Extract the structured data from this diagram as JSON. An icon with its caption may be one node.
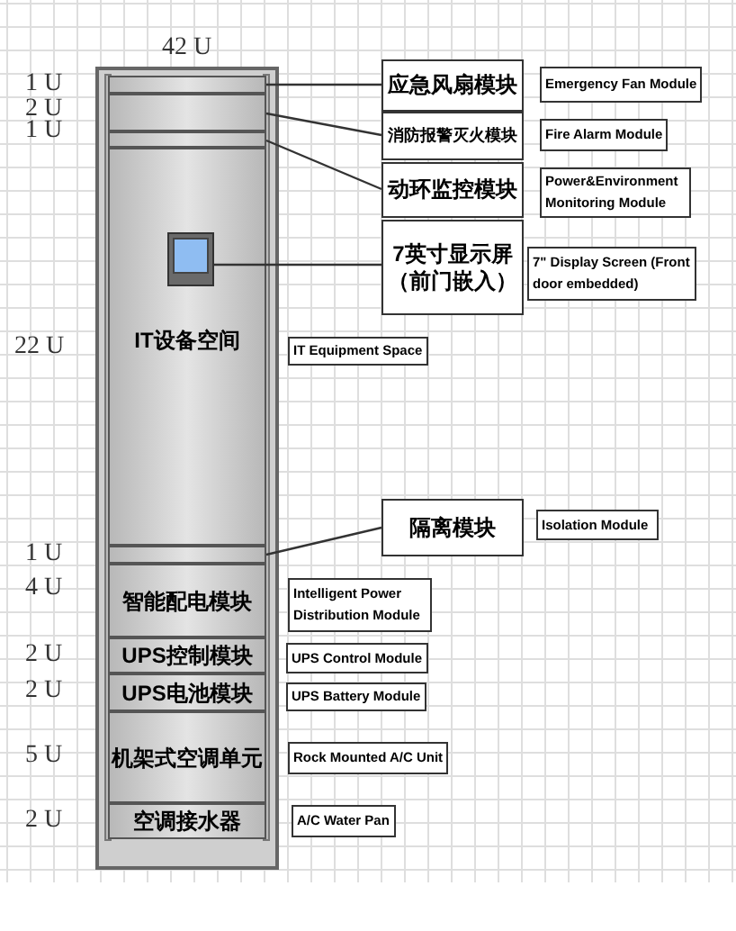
{
  "diagram": {
    "nodes": [
      {
        "text": [],
        "shape": "box"
      },
      {
        "text": [],
        "shape": "box"
      },
      {
        "text": [],
        "shape": "box"
      },
      {
        "text": [
          "IT设备空间"
        ]
      },
      {
        "text": [],
        "shape": "monitor",
        "in": 3
      },
      {
        "text": [],
        "shape": "box"
      },
      {
        "text": [
          "智能配电模块"
        ]
      },
      {
        "text": [
          "UPS控制模块"
        ]
      },
      {
        "text": [
          "UPS电池模块"
        ]
      },
      {
        "text": [
          "机架式空调单元"
        ]
      },
      {
        "text": [
          "空调接水器"
        ]
      },
      {
        "text": [
          "应急风扇模块"
        ]
      },
      {
        "text": [
          "Emergency Fan Module"
        ]
      },
      {
        "text": [
          "消防报警灭火模块"
        ]
      },
      {
        "text": [
          "Fire Alarm Module"
        ]
      },
      {
        "text": [
          "动环监控模块"
        ]
      },
      {
        "text": [
          "Power&Environment Monitoring Module"
        ]
      },
      {
        "text": [
          "7英寸显示屏",
          "（前门嵌入）"
        ]
      },
      {
        "text": [
          "7\"  Display Screen (Front door embedded)"
        ]
      },
      {
        "text": [
          "IT Equipment Space"
        ]
      },
      {
        "text": [
          "隔离模块"
        ]
      },
      {
        "text": [
          "Isolation Module"
        ]
      },
      {
        "text": [
          "Intelligent Power Distribution Module"
        ]
      },
      {
        "text": [
          "UPS Control Module"
        ]
      },
      {
        "text": [
          "UPS Battery Module"
        ]
      },
      {
        "text": [
          "Rock Mounted A/C Unit"
        ]
      },
      {
        "text": [
          "A/C Water Pan"
        ]
      }
    ],
    "edges": [
      {
        "from": 0,
        "to": 11,
        "arrow": "none"
      },
      {
        "from": 1,
        "to": 13,
        "arrow": "none"
      },
      {
        "from": 2,
        "to": 15,
        "arrow": "none"
      },
      {
        "from": 4,
        "to": 17,
        "arrow": "none"
      },
      {
        "from": 5,
        "to": 20,
        "arrow": "none"
      }
    ],
    "labels": [
      "42 U",
      "1 U",
      "2 U",
      "1 U",
      "22 U",
      "1 U",
      "4 U",
      "2 U",
      "2 U",
      "5 U",
      "2 U"
    ]
  }
}
